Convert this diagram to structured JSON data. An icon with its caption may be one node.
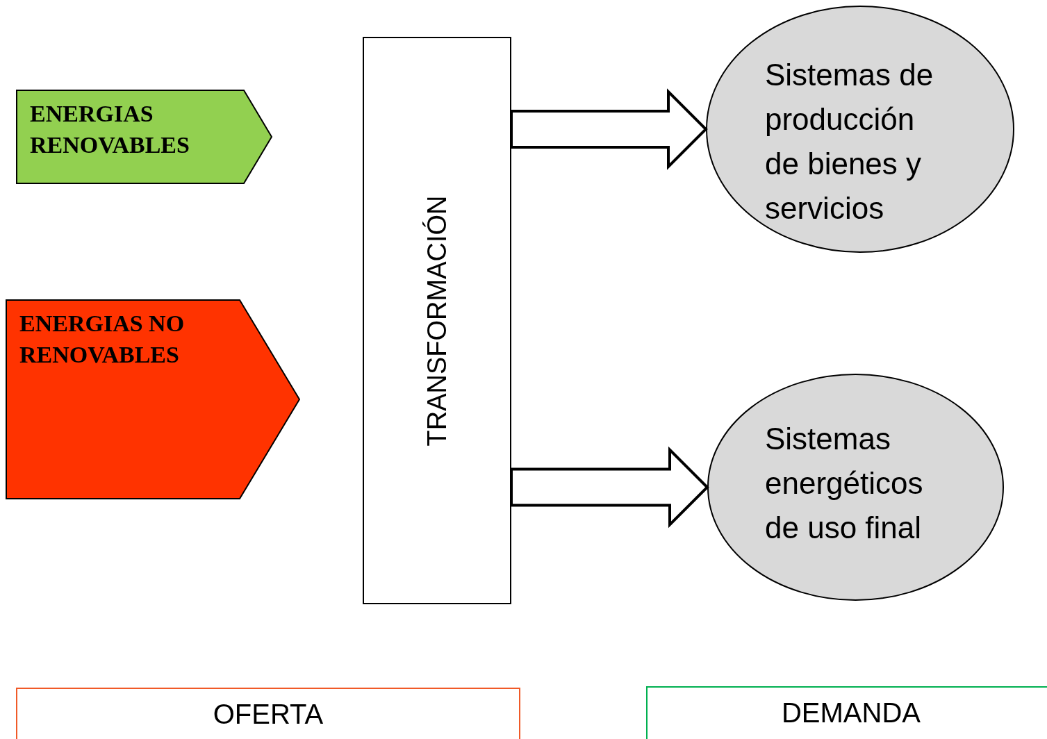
{
  "diagram": {
    "nodes": [
      {
        "text": [
          "ENERGIAS RENOVABLES"
        ]
      },
      {
        "text": [
          "ENERGIAS NO RENOVABLES"
        ]
      },
      {
        "text": [
          "TRANSFORMACIÓN"
        ]
      },
      {
        "text": [
          "Sistemas de producción de bienes y servicios"
        ]
      },
      {
        "text": [
          "Sistemas energéticos de uso final"
        ]
      },
      {
        "text": [
          "OFERTA"
        ]
      },
      {
        "text": [
          "DEMANDA"
        ]
      }
    ],
    "edges": [
      {
        "from": 2,
        "to": 3,
        "arrow": "to"
      },
      {
        "from": 2,
        "to": 4,
        "arrow": "to"
      }
    ]
  }
}
